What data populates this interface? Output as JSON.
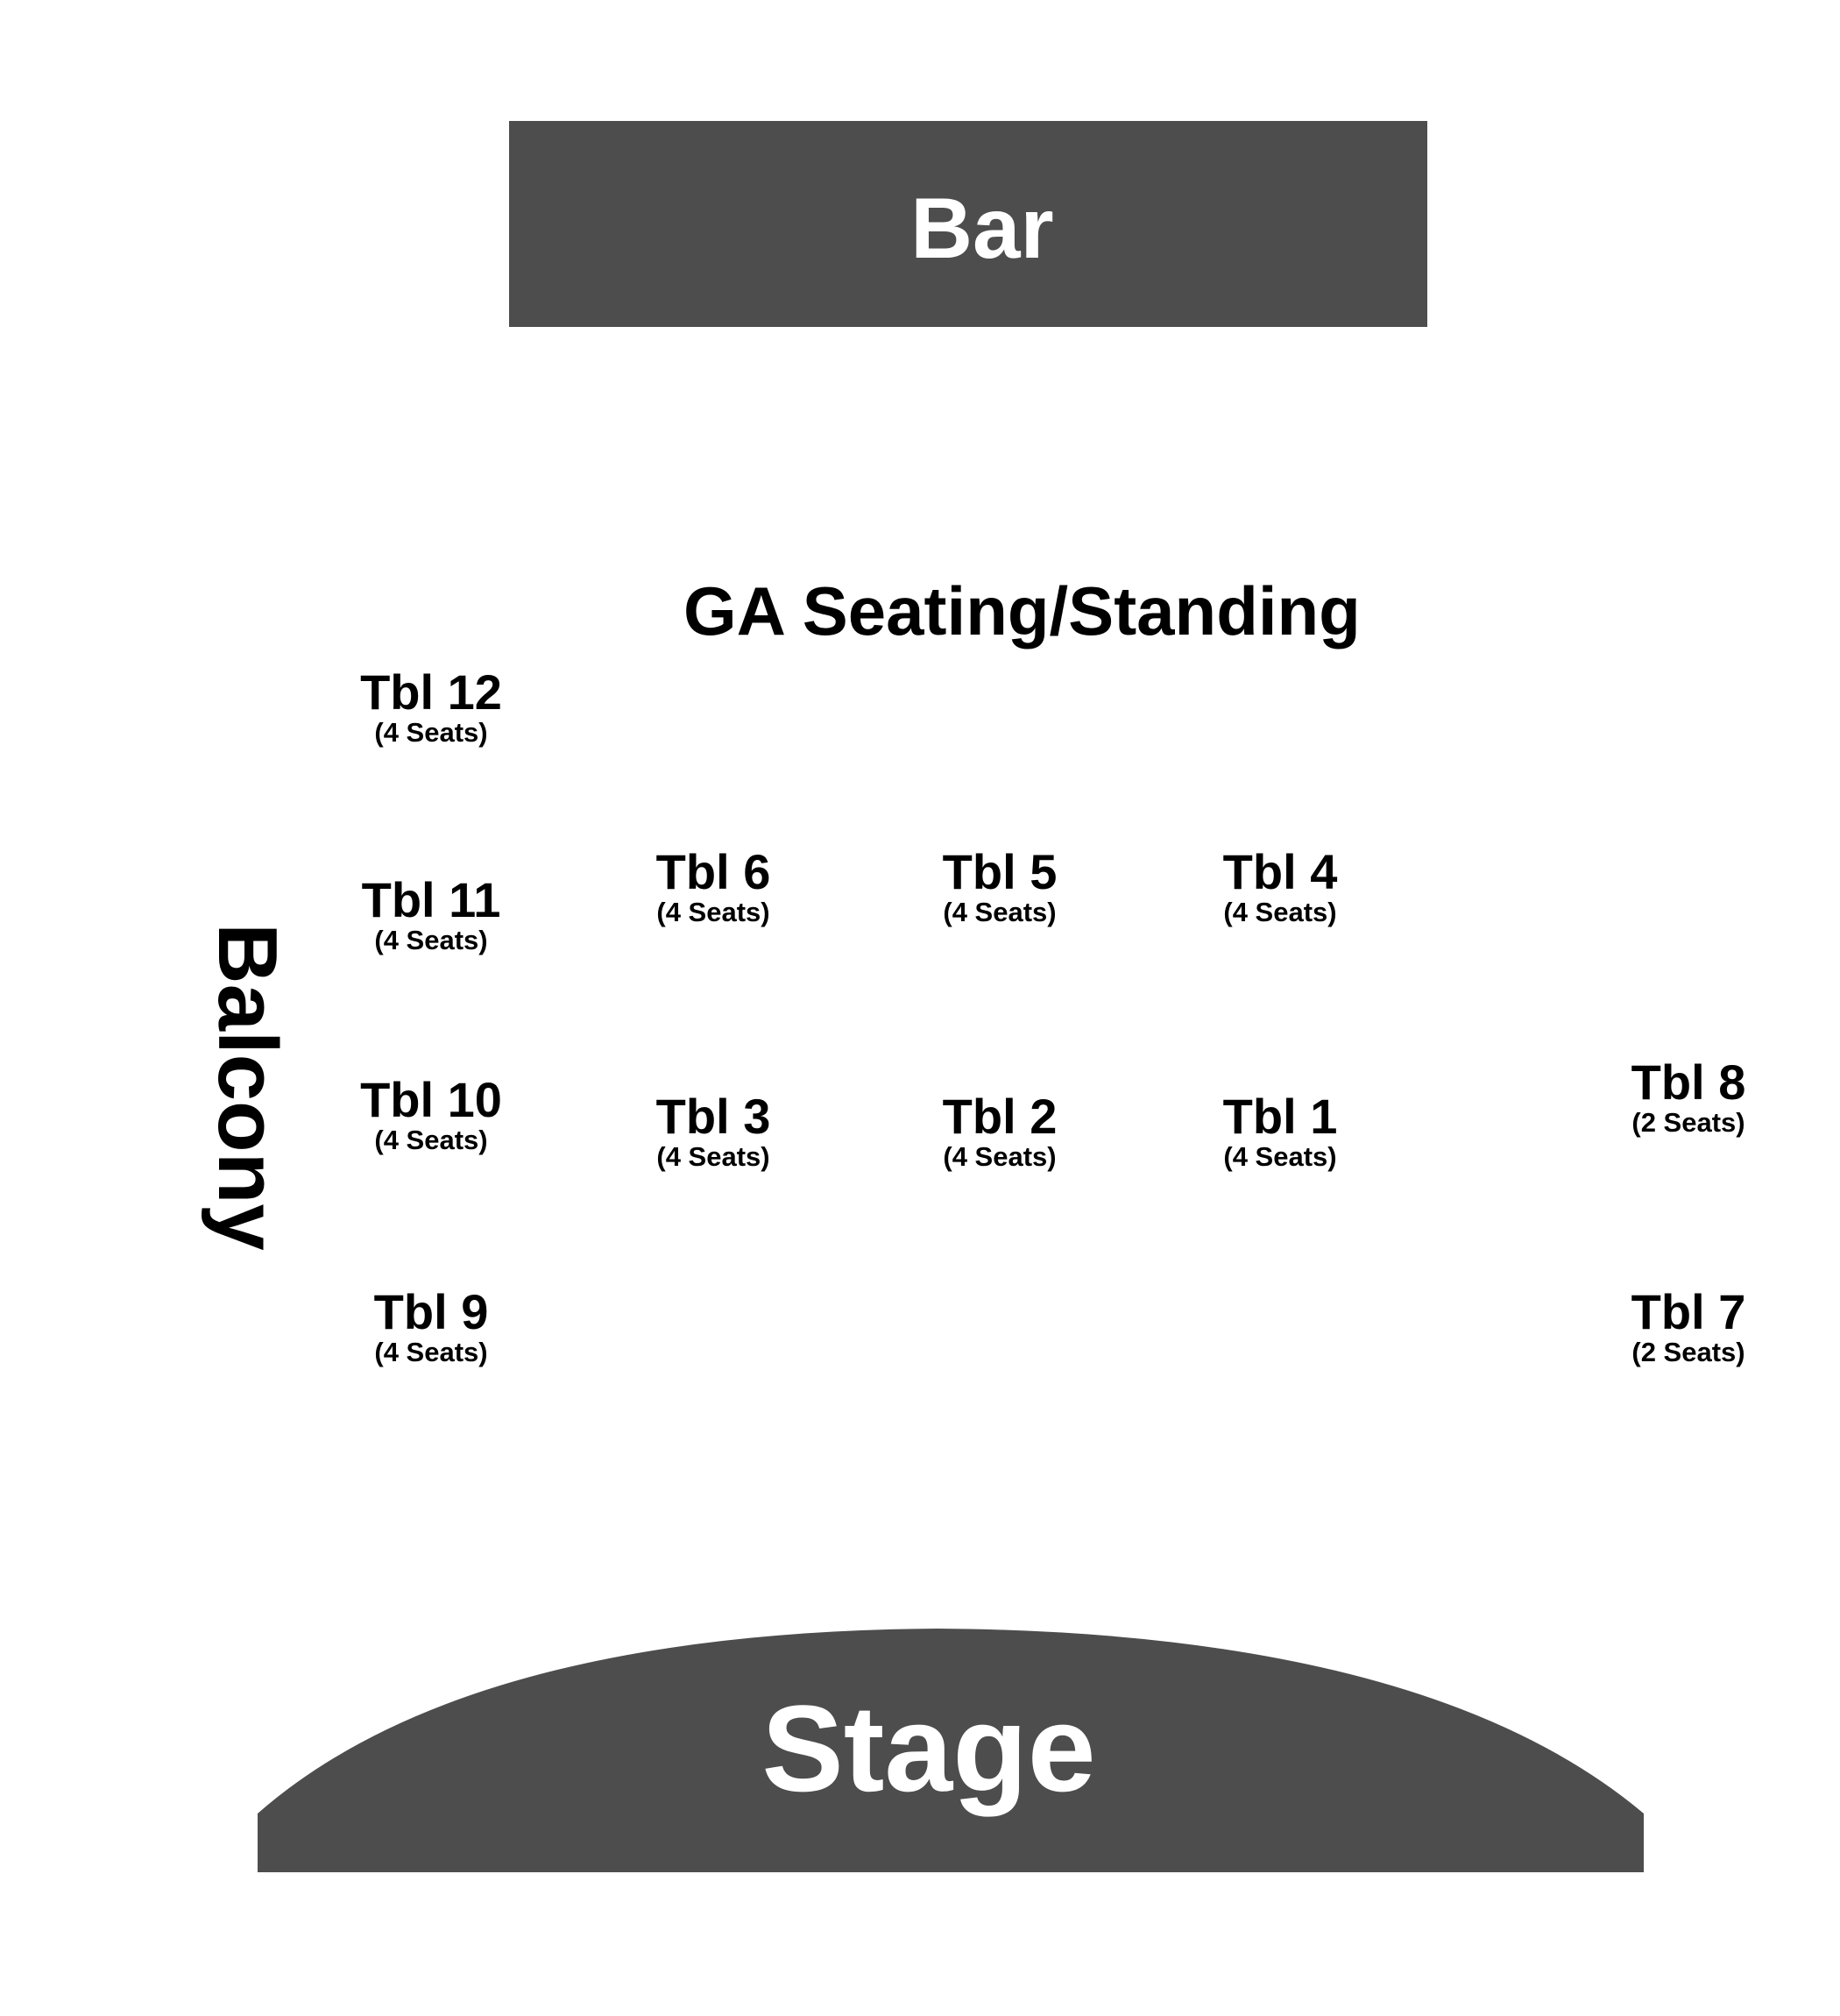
{
  "bar": {
    "label": "Bar"
  },
  "ga": {
    "label": "GA Seating/Standing"
  },
  "balcony": {
    "label": "Balcony"
  },
  "stage": {
    "label": "Stage"
  },
  "colors": {
    "fill": "#4d4d4d",
    "label_on_fill": "#ffffff",
    "text": "#000000",
    "background": "#ffffff"
  },
  "tables": [
    {
      "id": "tbl-12",
      "name": "Tbl 12",
      "seats": "(4 Seats)"
    },
    {
      "id": "tbl-11",
      "name": "Tbl 11",
      "seats": "(4 Seats)"
    },
    {
      "id": "tbl-10",
      "name": "Tbl 10",
      "seats": "(4 Seats)"
    },
    {
      "id": "tbl-9",
      "name": "Tbl 9",
      "seats": "(4 Seats)"
    },
    {
      "id": "tbl-6",
      "name": "Tbl 6",
      "seats": "(4 Seats)"
    },
    {
      "id": "tbl-5",
      "name": "Tbl 5",
      "seats": "(4 Seats)"
    },
    {
      "id": "tbl-4",
      "name": "Tbl 4",
      "seats": "(4 Seats)"
    },
    {
      "id": "tbl-3",
      "name": "Tbl 3",
      "seats": "(4 Seats)"
    },
    {
      "id": "tbl-2",
      "name": "Tbl 2",
      "seats": "(4 Seats)"
    },
    {
      "id": "tbl-1",
      "name": "Tbl 1",
      "seats": "(4 Seats)"
    },
    {
      "id": "tbl-8",
      "name": "Tbl 8",
      "seats": "(2 Seats)"
    },
    {
      "id": "tbl-7",
      "name": "Tbl 7",
      "seats": "(2 Seats)"
    }
  ]
}
